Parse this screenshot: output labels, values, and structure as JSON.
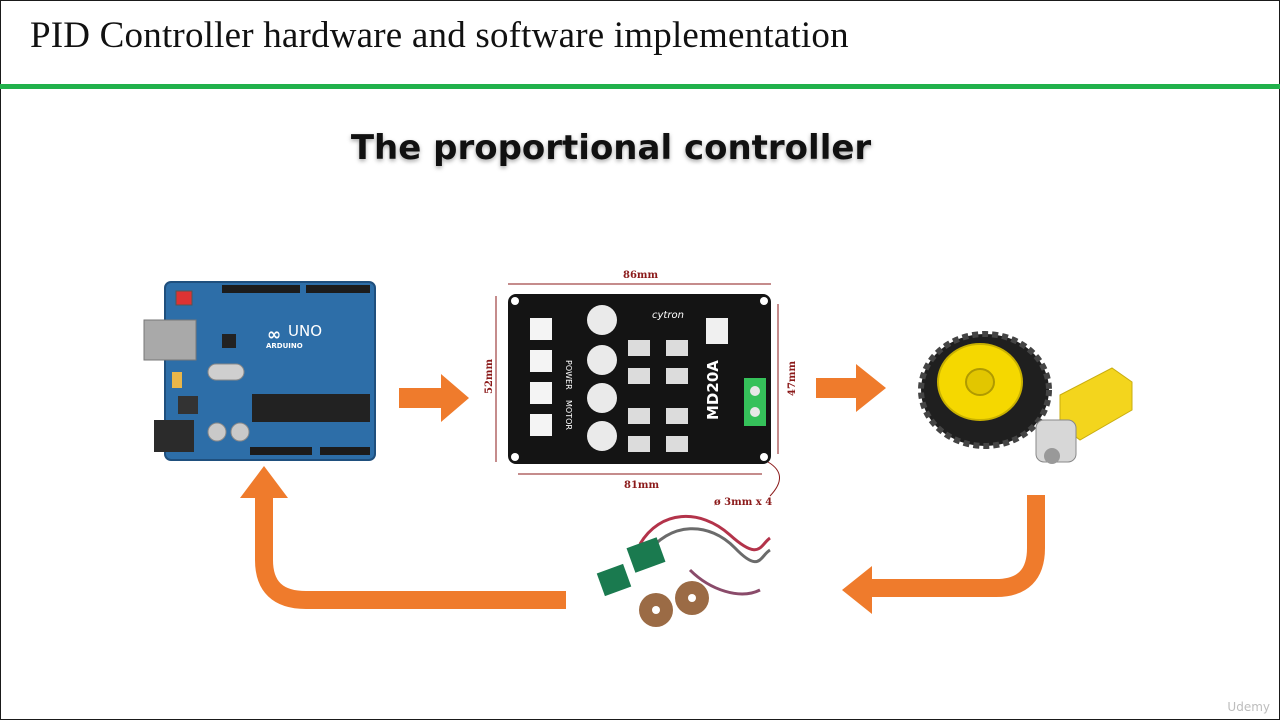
{
  "slide": {
    "title": "PID Controller hardware and software implementation",
    "subtitle": "The proportional controller",
    "watermark": "Udemy"
  },
  "arduino": {
    "brand": "ARDUINO",
    "model": "UNO"
  },
  "motor_driver": {
    "model": "MD20A",
    "brand": "cytron",
    "width_top": "86mm",
    "width_bottom": "81mm",
    "height_left": "52mm",
    "height_right": "47mm",
    "hole_note": "ø 3mm x 4",
    "labels": [
      "POWER",
      "MOTOR"
    ]
  },
  "colors": {
    "accent": "#21b14b",
    "arrow": "#ef7b2c",
    "pcb": "#2d6ea8",
    "wheel_hub": "#f5d800"
  }
}
